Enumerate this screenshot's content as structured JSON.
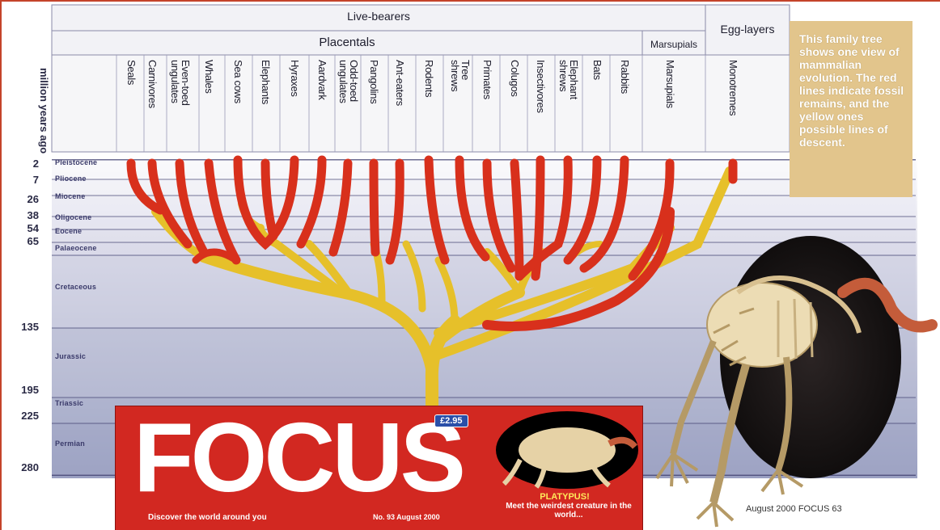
{
  "headers": {
    "live_bearers": "Live-bearers",
    "placentals": "Placentals",
    "marsupials": "Marsupials",
    "egg_layers": "Egg-layers"
  },
  "y_axis": {
    "label": "million years ago",
    "values": [
      "2",
      "7",
      "26",
      "38",
      "54",
      "65",
      "135",
      "195",
      "225",
      "280"
    ]
  },
  "periods": [
    "Pleistocene",
    "Pliocene",
    "Miocene",
    "Oligocene",
    "Eocene",
    "Palaeocene",
    "Cretaceous",
    "Jurassic",
    "Triassic",
    "Permian"
  ],
  "groups": [
    "Seals",
    "Carnivores",
    "Even-toed\nungulates",
    "Whales",
    "Sea cows",
    "Elephants",
    "Hyraxes",
    "Aardvark",
    "Odd-toed\nungulates",
    "Pangolins",
    "Ant-eaters",
    "Rodents",
    "Tree\nshrews",
    "Primates",
    "Colugos",
    "Insectivores",
    "Elephant\nshrews",
    "Bats",
    "Rabbits",
    "Marsupials",
    "Monotremes"
  ],
  "note": "This family tree shows one view of mammalian evolution. The red lines indicate fossil remains, and the yellow ones possible lines of descent.",
  "footer": "August 2000 FOCUS 63",
  "colors": {
    "fossil_red": "#d8301c",
    "descent_yellow": "#e6c02a",
    "header_bg": "#f2f2f6",
    "note_bg": "#e2c58c",
    "cover_red": "#d22821"
  },
  "magazine": {
    "logo": "FOCUS",
    "price": "£2.95",
    "tagline": "Discover the world around you",
    "issue": "No. 93 August 2000",
    "headline": "PLATYPUS!",
    "subline": "Meet the weirdest creature in the world..."
  }
}
